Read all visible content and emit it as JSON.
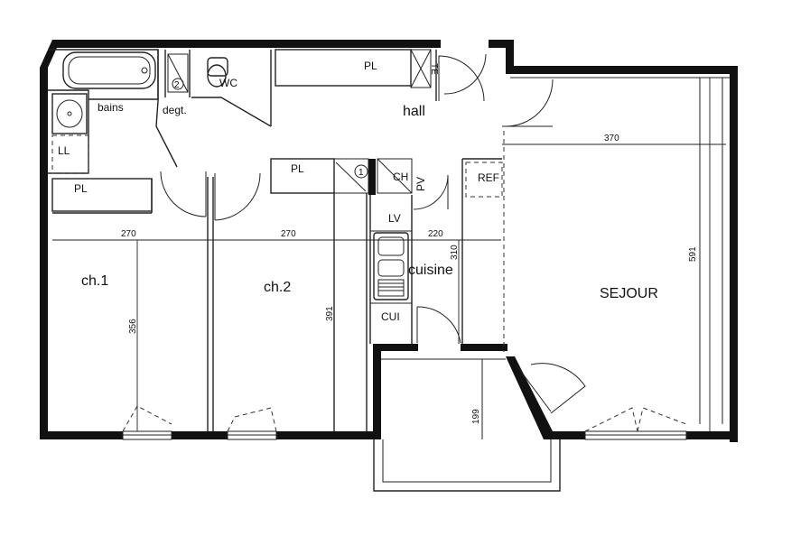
{
  "rooms": {
    "bains": "bains",
    "degt": "degt.",
    "wc": "WC",
    "hall": "hall",
    "ch1": "ch.1",
    "ch2": "ch.2",
    "cuisine": "cuisine",
    "sejour": "SEJOUR"
  },
  "fixtures": {
    "pl_top": "PL",
    "pl_left": "PL",
    "pl_middle": "PL",
    "ll": "LL",
    "ch": "CH",
    "pv": "PV",
    "ref": "REF",
    "lv": "LV",
    "cui": "CUI",
    "te": "TE",
    "wc_symbol": "2",
    "ch_symbol": "1"
  },
  "dimensions": {
    "ch1_width": "270",
    "ch2_width": "270",
    "cuisine_width": "220",
    "sejour_width": "370",
    "ch1_depth": "356",
    "ch2_depth": "391",
    "cuisine_depth": "310",
    "sejour_depth": "591",
    "balcony_depth": "199"
  }
}
